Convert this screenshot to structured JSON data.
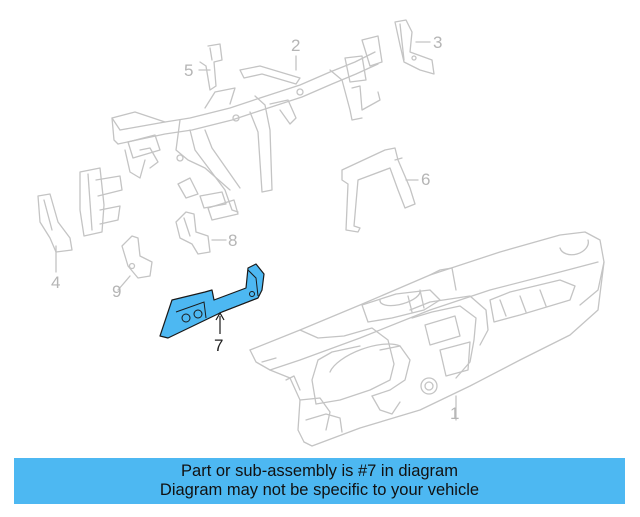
{
  "diagram": {
    "callouts": [
      "1",
      "2",
      "3",
      "4",
      "5",
      "6",
      "7",
      "8",
      "9"
    ],
    "highlighted_part": "7",
    "highlight_color": "#4db8f2",
    "line_color": "#c4c4c4"
  },
  "banner": {
    "line1": "Part or sub-assembly is #7 in diagram",
    "line2": "Diagram may not be specific to your vehicle",
    "background": "#4db8f2"
  }
}
